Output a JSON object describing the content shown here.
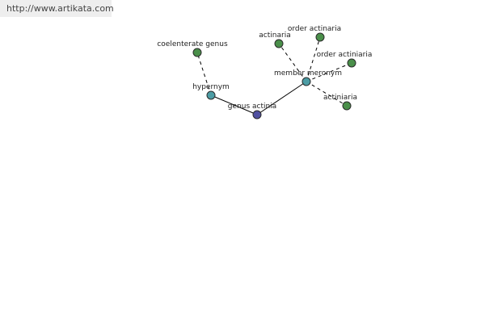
{
  "source": {
    "url": "http://www.artikata.com"
  },
  "colors": {
    "center": "#5050a0",
    "relation": "#4c9ca4",
    "term": "#4a8f4a",
    "edge": "#000000"
  },
  "graph": {
    "center": {
      "label": "genus actinia"
    },
    "relations": [
      {
        "label": "hypernym"
      },
      {
        "label": "member meronym"
      }
    ],
    "terms": [
      {
        "label": "coelenterate genus"
      },
      {
        "label": "actinaria"
      },
      {
        "label": "order actinaria"
      },
      {
        "label": "order actiniaria"
      },
      {
        "label": "actiniaria"
      }
    ]
  }
}
